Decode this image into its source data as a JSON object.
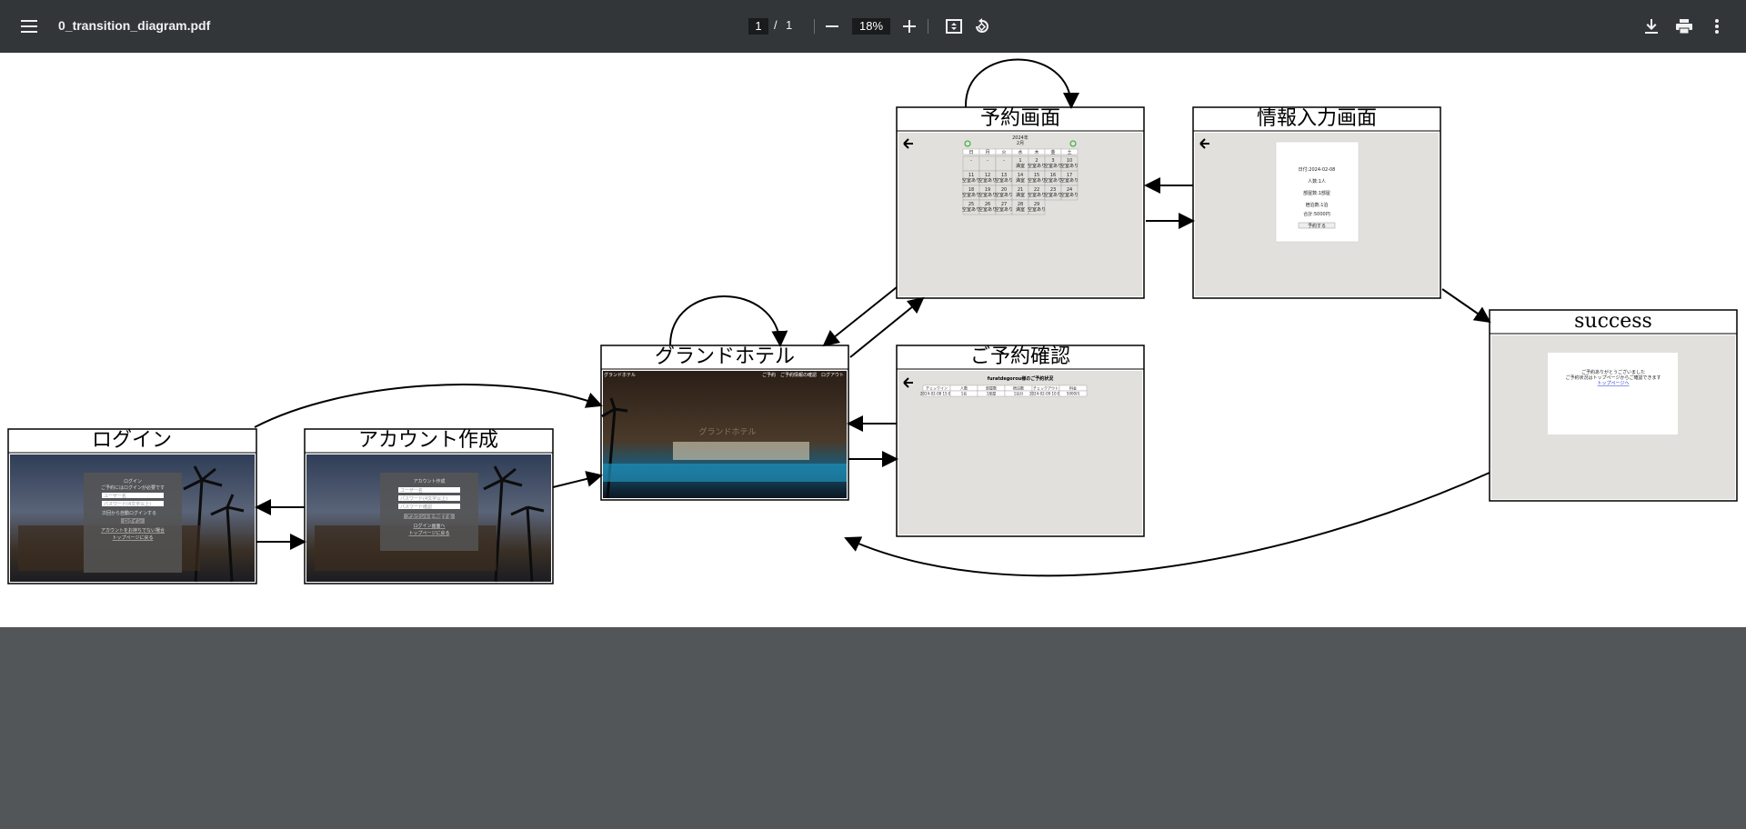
{
  "toolbar": {
    "filename": "0_transition_diagram.pdf",
    "page_current": "1",
    "page_separator": "/",
    "page_total": "1",
    "zoom": "18%"
  },
  "icons": {
    "menu": "menu-icon",
    "zoom_out": "minus-icon",
    "zoom_in": "plus-icon",
    "fit": "fit-page-icon",
    "rotate": "rotate-icon",
    "download": "download-icon",
    "print": "print-icon",
    "more": "more-vert-icon"
  },
  "diagram": {
    "nodes": {
      "login": "ログイン",
      "account": "アカウント作成",
      "hotel": "グランドホテル",
      "reserve": "予約画面",
      "info": "情報入力画面",
      "confirm": "ご予約確認",
      "success": "success"
    },
    "login_panel": {
      "title": "ログイン",
      "subtitle": "ご予約にはログインが必要です",
      "user_placeholder": "ユーザー名",
      "pass_placeholder": "パスワード(4文字以上)",
      "auto_login": "次回から自動ログインする",
      "button": "ログイン",
      "link1": "アカウントをお持ちでない場合",
      "link2": "トップページに戻る"
    },
    "account_panel": {
      "title": "アカウント作成",
      "user_placeholder": "ユーザー名",
      "pass_placeholder": "パスワード(4文字以上)",
      "confirm_placeholder": "パスワード確認",
      "button": "アカウントを作成する",
      "link1": "ログイン画面へ",
      "link2": "トップページに戻る"
    },
    "hotel_panel": {
      "brand": "グランドホテル",
      "nav": "ご予約　ご予約情報の確認　ログアウト",
      "watermark": "グランドホテル"
    },
    "calendar": {
      "year": "2024年",
      "month": "2月",
      "weekdays": [
        "日",
        "月",
        "火",
        "水",
        "木",
        "金",
        "土"
      ],
      "cells": [
        "-",
        "-",
        "-",
        "1",
        "2",
        "3",
        "10",
        "11",
        "12",
        "13",
        "14",
        "15",
        "16",
        "17",
        "18",
        "19",
        "20",
        "21",
        "22",
        "23",
        "24",
        "25",
        "26",
        "27",
        "28",
        "29"
      ],
      "status_open": "空室あり",
      "status_full": "満室"
    },
    "info_form": {
      "date": "日付:2024-02-08",
      "people": "人数:1人",
      "rooms": "部屋数:1部屋",
      "nights": "宿泊数:1泊",
      "total": "合計:5000円",
      "button": "予約する"
    },
    "confirm_panel": {
      "heading": "furatdegorou様のご予約状況",
      "headers": [
        "チェックイン",
        "人数",
        "部屋数",
        "宿泊数",
        "チェックアウト",
        "料金"
      ],
      "row": [
        "2024-02-08 15:00",
        "1名",
        "1部屋",
        "1泊分",
        "2024-02-09 10:00",
        "5000円"
      ]
    },
    "success_panel": {
      "line1": "ご予約ありがとうございました",
      "line2": "ご予約状況はトップページからご確認できます",
      "link": "トップページへ"
    }
  },
  "colors": {
    "toolbar_bg": "#323639",
    "viewer_bg": "#525659",
    "page_bg": "#ffffff",
    "panel_gray": "#e2e0dc"
  }
}
